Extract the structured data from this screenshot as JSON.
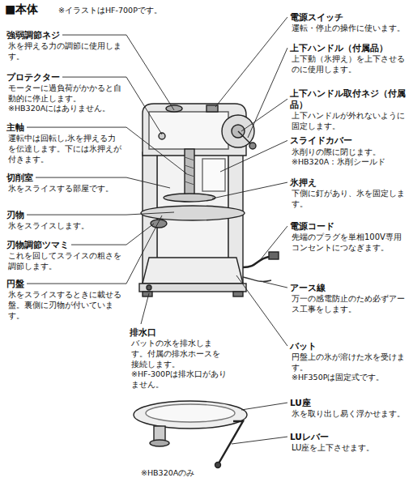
{
  "diagram": {
    "title": "■本体",
    "labels": [
      "※イラストはHF-700Pです。",
      "強弱調節ネジ",
      "氷を押える力の調節に使用します。",
      "プロテクター",
      "モーターに過負荷がかかると自動的に停止します。",
      "※HB320Aにはありません。",
      "主軸",
      "運転中は回転し,氷を押える力を伝達します。下には氷押えが付きます。",
      "切削室",
      "氷をスライスする部屋です。",
      "刃物",
      "氷をスライスします。",
      "刃物調節ツマミ",
      "これを回してスライスの粗さを調節します。",
      "円盤",
      "氷をスライスするときに載せる盤。裏側に刃物が付いています。",
      "排水口",
      "バットの水を排水します。付属の排水ホースを接続します。",
      "※HF-300Pは排水口がありません。",
      "電源スイッチ",
      "運転・停止の操作に使います。",
      "上下ハンドル（付属品）",
      "上下動（氷押え）を上下させるのに使用します。",
      "上下ハンドル取付ネジ（付属品）",
      "上下ハンドルが外れないように固定します。",
      "スライドカバー",
      "氷削りの際に閉じます。",
      "※HB320A：氷削シールド",
      "氷押え",
      "下側に釘があり、氷を固定します。",
      "電源コード",
      "先端のプラグを単相100V専用コンセントにつなぎます。",
      "アース線",
      "万一の感電防止のため必ずアース工事をします。",
      "バット",
      "円盤上の氷が溶けた水を受けます。",
      "※HF350Pは固定式です。",
      "LU座",
      "氷を取り出し易く浮かせます。",
      "LUレバー",
      "LU座を上下させます。",
      "※HB320Aのみ"
    ]
  }
}
